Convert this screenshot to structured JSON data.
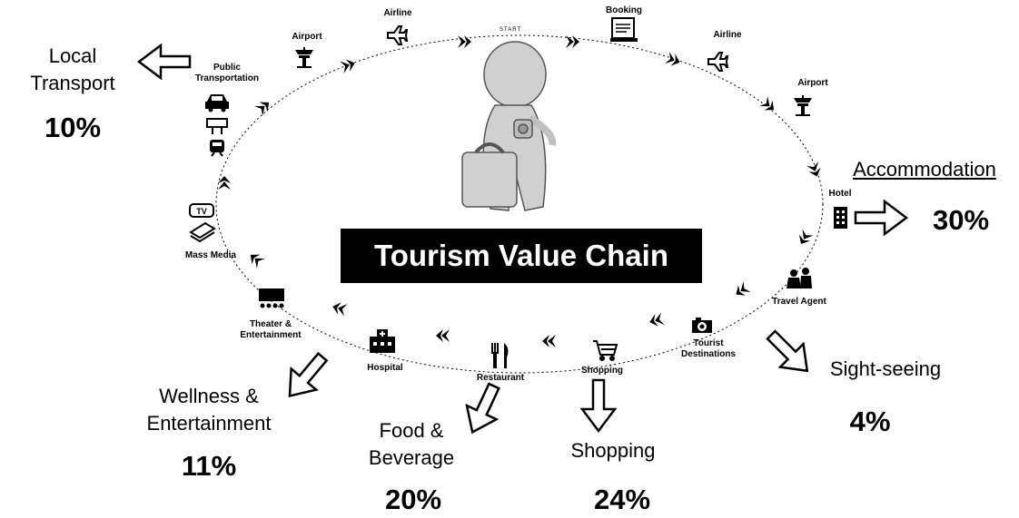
{
  "title": "Tourism Value Chain",
  "start_label": "START",
  "nodes": {
    "airline_top": "Airline",
    "booking": "Booking",
    "airline_right": "Airline",
    "airport_right": "Airport",
    "hotel": "Hotel",
    "travel_agent": "Travel Agent",
    "tourist_destinations": "Tourist\nDestinations",
    "shopping": "Shopping",
    "restaurant": "Restaurant",
    "hospital": "Hospital",
    "theater": "Theater &\nEntertainment",
    "mass_media": "Mass Media",
    "public_transportation": "Public\nTransportation",
    "airport_left": "Airport"
  },
  "categories": {
    "local_transport": {
      "label": "Local\nTransport",
      "pct": "10%"
    },
    "accommodation": {
      "label": "Accommodation",
      "pct": "30%"
    },
    "sightseeing": {
      "label": "Sight-seeing",
      "pct": "4%"
    },
    "shopping": {
      "label": "Shopping",
      "pct": "24%"
    },
    "food_beverage": {
      "label": "Food &\nBeverage",
      "pct": "20%"
    },
    "wellness": {
      "label": "Wellness &\nEntertainment",
      "pct": "11%"
    }
  },
  "colors": {
    "ink": "#000000",
    "background": "#ffffff",
    "title_bg": "#000000",
    "title_fg": "#ffffff",
    "figure": "#d0d0d0"
  },
  "icons": [
    "airplane-icon",
    "booking-icon",
    "control-tower-icon",
    "hotel-icon",
    "travel-agent-icon",
    "camera-icon",
    "shopping-cart-icon",
    "fork-knife-icon",
    "hospital-icon",
    "theater-icon",
    "tv-icon",
    "book-icon",
    "car-icon",
    "sign-icon",
    "train-icon",
    "traveler-figure",
    "hollow-arrow"
  ]
}
